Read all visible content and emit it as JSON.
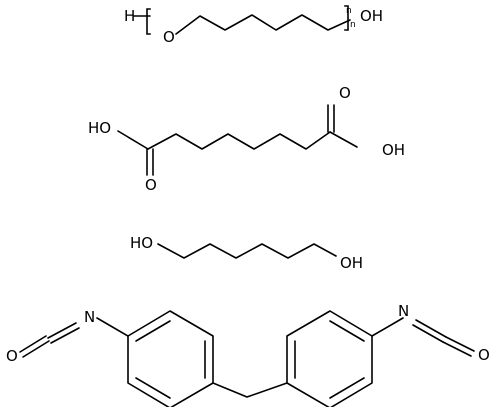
{
  "molecules": {
    "polytetramethylene_glycol": {
      "end_h": "H",
      "o_chain": "O",
      "oh": "OH",
      "repeat_n": "n",
      "repeat_n_alt": "n"
    },
    "adipic_acid": {
      "ho_left": "HO",
      "o_left": "O",
      "o_right": "O",
      "oh_right": "OH"
    },
    "butanediol": {
      "ho_left": "HO",
      "oh_right": "OH"
    },
    "mdi": {
      "n_left": "N",
      "o_left": "O",
      "n_right": "N",
      "o_right": "O"
    }
  }
}
